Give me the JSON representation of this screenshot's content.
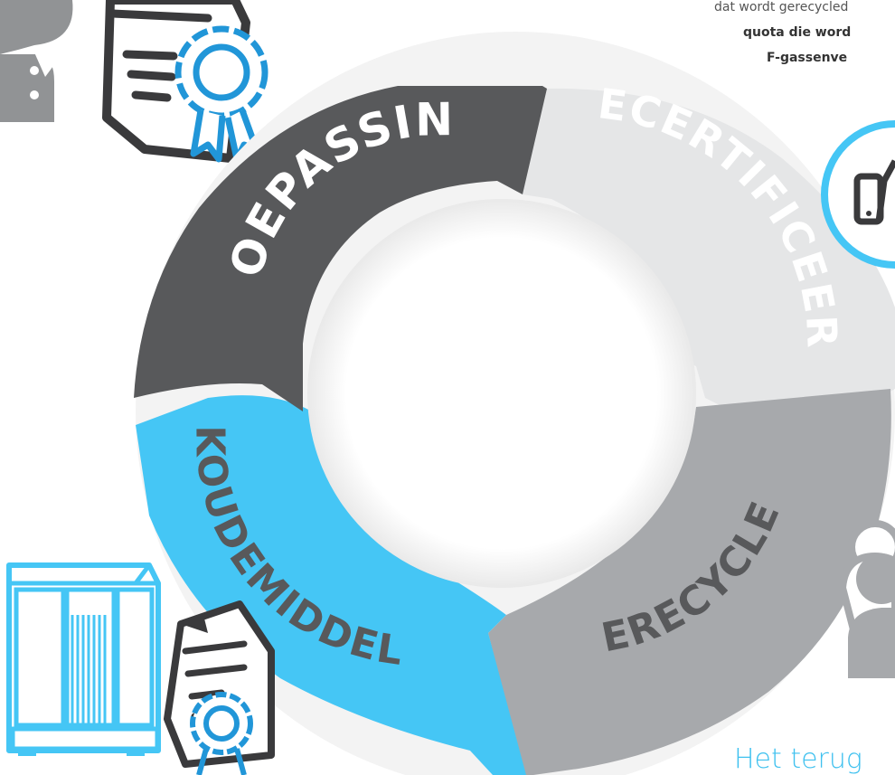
{
  "cycle": {
    "segments": [
      {
        "label": "TOEPASSING",
        "color": "#58595b",
        "text_color": "#ffffff"
      },
      {
        "label": "GECERTIFICEERD",
        "color": "#e5e6e7",
        "text_color": "#ffffff"
      },
      {
        "label": "GERECYCLED",
        "color": "#a7a9ac",
        "text_color": "#58595b"
      },
      {
        "label": "KOUDEMIDDEL",
        "color": "#45c6f5",
        "text_color": "#58595b"
      }
    ]
  },
  "side_text": {
    "line1": "dat wordt gerecycled",
    "line2": "quota die word",
    "line3": "F-gassenve"
  },
  "bottom_heading": "Het terug",
  "colors": {
    "accent": "#45c6f5",
    "icon_gray": "#919395",
    "dark": "#58595b"
  },
  "icons": [
    "person-icon",
    "certificate-icon",
    "phone-icon",
    "people-icon",
    "outdoor-unit-icon"
  ]
}
